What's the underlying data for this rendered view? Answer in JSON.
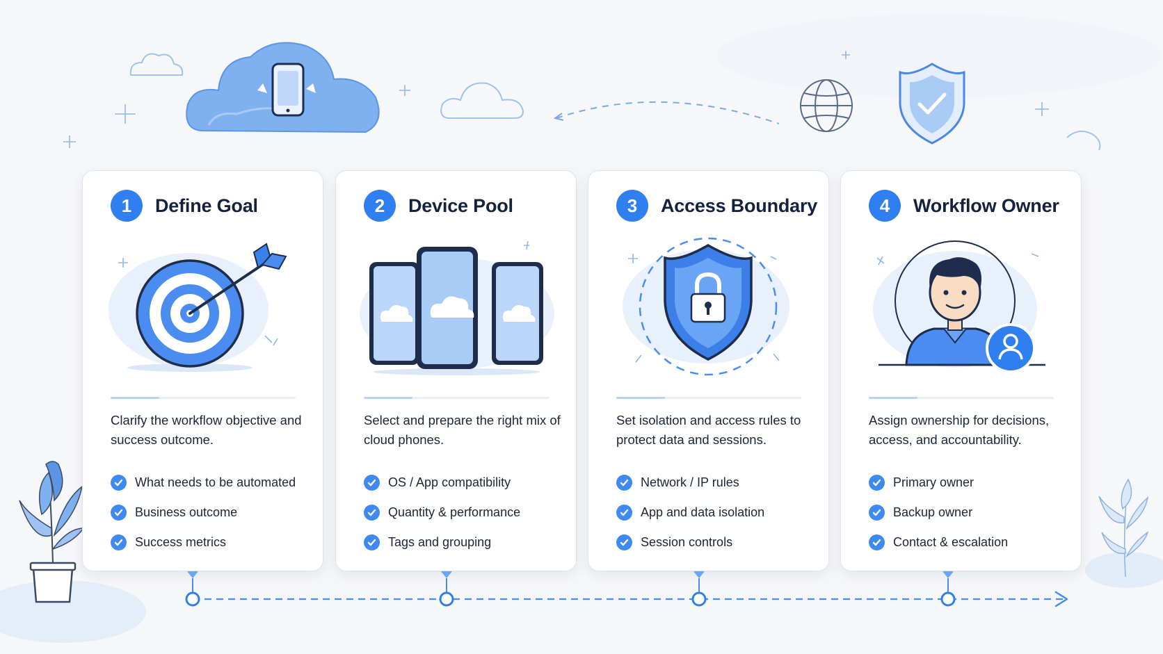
{
  "steps": [
    {
      "number": "1",
      "title": "Define Goal",
      "description": "Clarify the workflow objective and success outcome.",
      "items": [
        "What needs to be automated",
        "Business outcome",
        "Success metrics"
      ],
      "illustration": "target-icon"
    },
    {
      "number": "2",
      "title": "Device Pool",
      "description": "Select and prepare the right mix of cloud phones.",
      "items": [
        "OS / App compatibility",
        "Quantity & performance",
        "Tags and grouping"
      ],
      "illustration": "cloud-phones-icon"
    },
    {
      "number": "3",
      "title": "Access Boundary",
      "description": "Set isolation and access rules to protect data and sessions.",
      "items": [
        "Network / IP rules",
        "App and data isolation",
        "Session controls"
      ],
      "illustration": "shield-lock-icon"
    },
    {
      "number": "4",
      "title": "Workflow Owner",
      "description": "Assign ownership for decisions, access, and accountability.",
      "items": [
        "Primary owner",
        "Backup owner",
        "Contact & escalation"
      ],
      "illustration": "owner-avatar-icon"
    }
  ],
  "colors": {
    "accent": "#2f7ff0",
    "accent_light": "#b8d3f7",
    "title": "#14223d",
    "text": "#1d2536",
    "background": "#f6f7f9"
  },
  "decorations": [
    "cloud-phone-icon",
    "cloud-icon",
    "globe-icon",
    "shield-check-icon",
    "plant-icon",
    "sparkle-icon"
  ]
}
